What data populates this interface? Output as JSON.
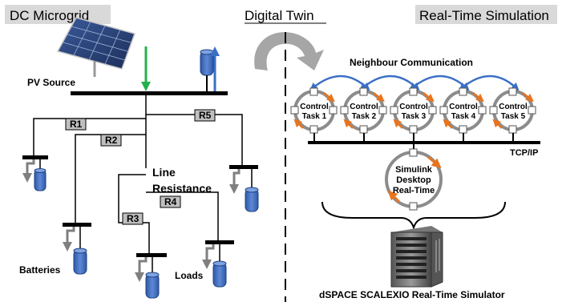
{
  "titles": {
    "left": "DC Microgrid",
    "center": "Digital Twin",
    "right": "Real-Time Simulation"
  },
  "labels": {
    "pv_source": "PV Source",
    "line_resistance_1": "Line",
    "line_resistance_2": "Resistance",
    "batteries": "Batteries",
    "loads": "Loads",
    "neighbour_communication": "Neighbour Communication",
    "tcp_ip": "TCP/IP",
    "scalexio": "dSPACE SCALEXIO Real-Time Simulator"
  },
  "resistors": [
    "R1",
    "R2",
    "R3",
    "R4",
    "R5"
  ],
  "control_tasks": [
    {
      "line1": "Control",
      "line2": "Task 1"
    },
    {
      "line1": "Control",
      "line2": "Task 2"
    },
    {
      "line1": "Control",
      "line2": "Task 3"
    },
    {
      "line1": "Control",
      "line2": "Task 4"
    },
    {
      "line1": "Control",
      "line2": "Task 5"
    }
  ],
  "simulink": {
    "line1": "Simulink",
    "line2": "Desktop",
    "line3": "Real-Time"
  },
  "colors": {
    "title_bg": "#d9d9d9",
    "battery_blue": "#4a72c4",
    "arrow_blue": "#3b6fc6",
    "pv_arrow_green": "#22b14c",
    "ring_gray": "#8c8c8c",
    "orange_arrow": "#e8741e",
    "resistor_fill": "#bfbfbf",
    "twin_arrow": "#a6a6a6"
  }
}
